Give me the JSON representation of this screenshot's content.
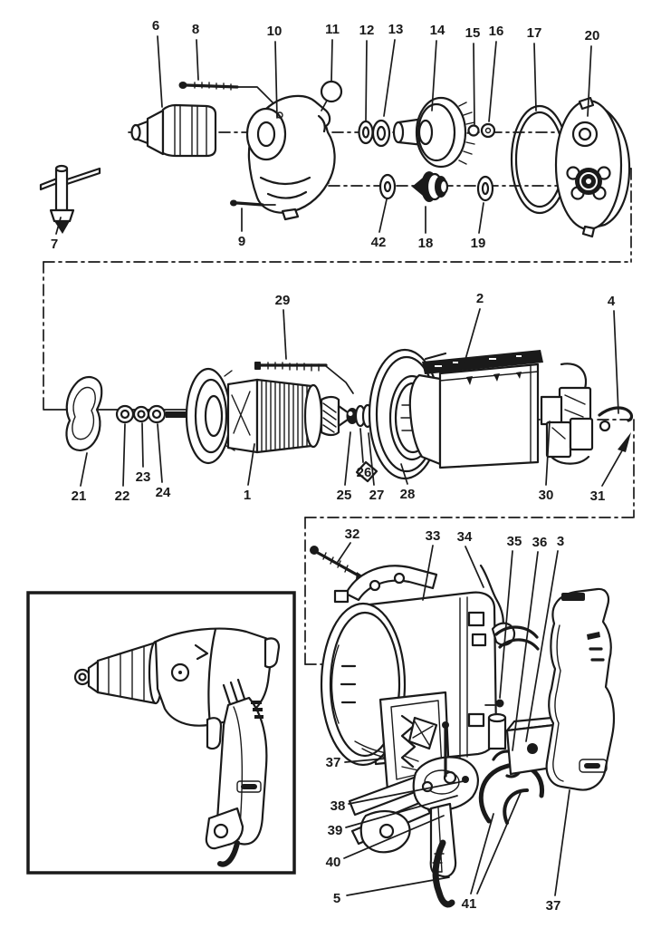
{
  "diagram": {
    "type": "exploded-parts-diagram",
    "subject": "power drill",
    "colors": {
      "ink": "#1a1a1a",
      "paper": "#ffffff"
    },
    "callouts": [
      {
        "label": "6"
      },
      {
        "label": "8"
      },
      {
        "label": "10"
      },
      {
        "label": "11"
      },
      {
        "label": "12"
      },
      {
        "label": "13"
      },
      {
        "label": "14"
      },
      {
        "label": "15"
      },
      {
        "label": "16"
      },
      {
        "label": "17"
      },
      {
        "label": "20"
      },
      {
        "label": "7"
      },
      {
        "label": "9"
      },
      {
        "label": "42"
      },
      {
        "label": "18"
      },
      {
        "label": "19"
      },
      {
        "label": "29"
      },
      {
        "label": "2"
      },
      {
        "label": "4"
      },
      {
        "label": "21"
      },
      {
        "label": "22"
      },
      {
        "label": "23"
      },
      {
        "label": "24"
      },
      {
        "label": "1"
      },
      {
        "label": "25"
      },
      {
        "label": "26"
      },
      {
        "label": "27"
      },
      {
        "label": "28"
      },
      {
        "label": "30"
      },
      {
        "label": "31"
      },
      {
        "label": "32"
      },
      {
        "label": "33"
      },
      {
        "label": "34"
      },
      {
        "label": "35"
      },
      {
        "label": "36"
      },
      {
        "label": "3"
      },
      {
        "label": "37"
      },
      {
        "label": "38"
      },
      {
        "label": "39"
      },
      {
        "label": "40"
      },
      {
        "label": "5"
      },
      {
        "label": "41"
      },
      {
        "label": "37"
      }
    ]
  }
}
